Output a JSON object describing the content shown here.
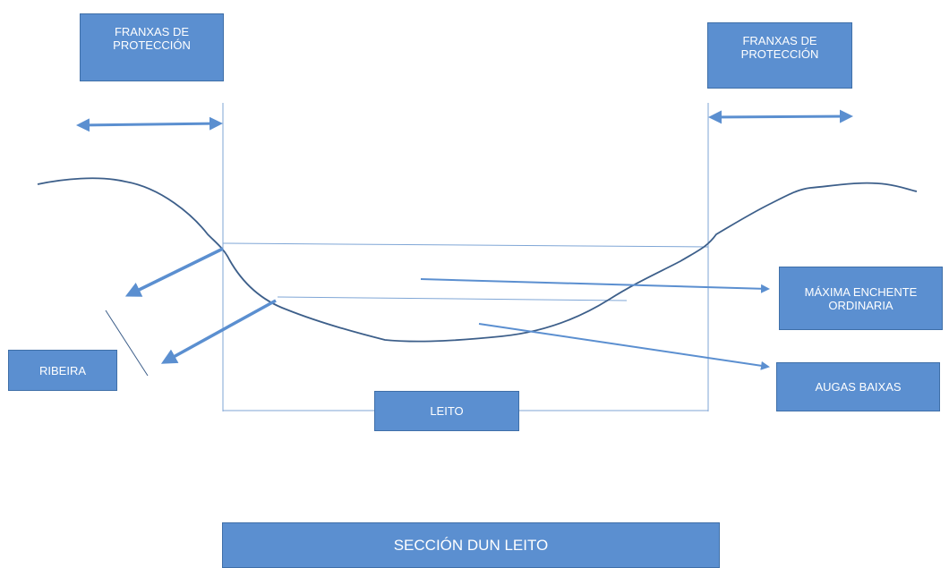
{
  "labels": {
    "protection_left": "FRANXAS DE\nPROTECCIÓN",
    "protection_right": "FRANXAS DE\nPROTECCIÓN",
    "flood": "MÁXIMA ENCHENTE\nORDINARIA",
    "low_water": "AUGAS BAIXAS",
    "bank": "RIBEIRA",
    "bed": "LEITO",
    "title": "SECCIÓN DUN LEITO"
  },
  "colors": {
    "box_fill": "#5b8fd0",
    "box_border": "#3f6fa8",
    "arrow": "#5b8fd0",
    "terrain": "#3d5f8a",
    "guide_line": "#7fa6d6"
  }
}
